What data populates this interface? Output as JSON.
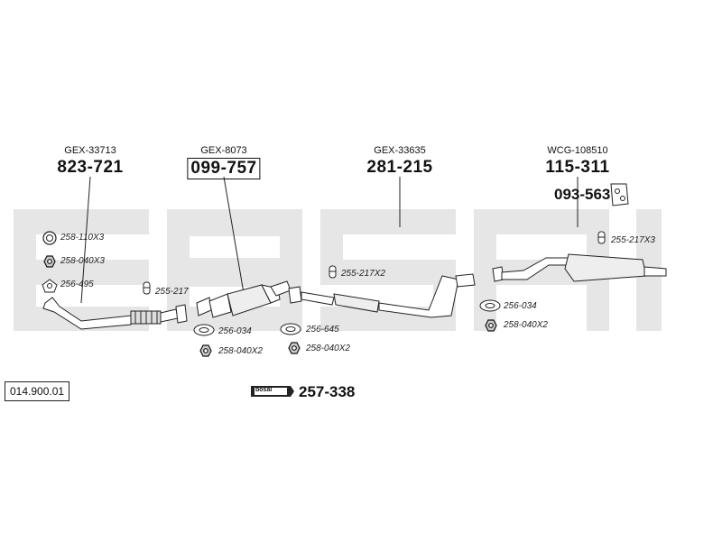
{
  "catalog_ref": "014.900.01",
  "parts": [
    {
      "oem": "GEX-33713",
      "number": "823-721",
      "boxed": false
    },
    {
      "oem": "GEX-8073",
      "number": "099-757",
      "boxed": true
    },
    {
      "oem": "GEX-33635",
      "number": "281-215",
      "boxed": false
    },
    {
      "oem": "WCG-108510",
      "number": "115-311",
      "boxed": false
    }
  ],
  "extra_part": "093-563",
  "kit_number": "257-338",
  "kit_brand": "bosal",
  "accessories": {
    "a1": "258-110X3",
    "a2": "258-040X3",
    "a3": "256-495",
    "b1": "255-217",
    "b2": "256-034",
    "b3": "258-040X2",
    "c1": "256-645",
    "c2": "258-040X2",
    "d1": "255-217X2",
    "e1": "256-034",
    "e2": "258-040X2",
    "f1": "255-217X3"
  },
  "icons": [
    "ring-gasket-icon",
    "nut-icon",
    "flange-gasket-icon",
    "hanger-icon",
    "mounting-bracket-icon"
  ]
}
